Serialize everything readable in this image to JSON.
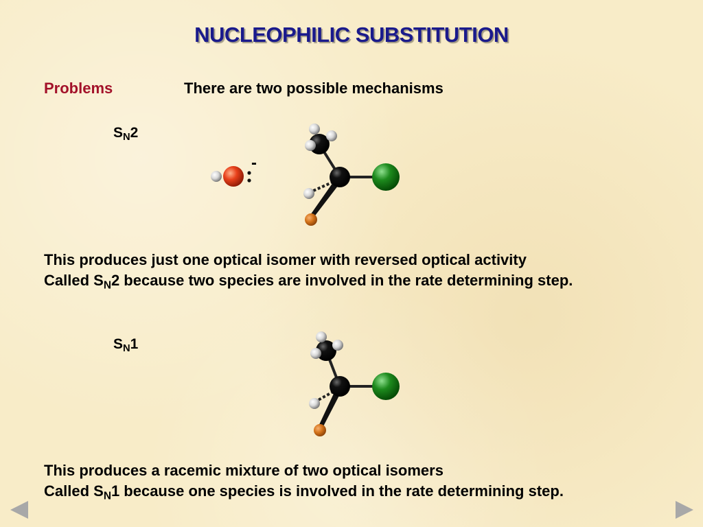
{
  "title": "NUCLEOPHILIC SUBSTITUTION",
  "problems_label": "Problems",
  "intro": "There are two possible mechanisms",
  "sn2": {
    "prefix": "S",
    "subscript": "N",
    "suffix": "2",
    "nucleophile_charge": "-",
    "line1": "This produces just one optical isomer with reversed optical activity",
    "line2_prefix": "Called S",
    "line2_subscript": "N",
    "line2_suffix": "2 because two species are involved in the rate determining step."
  },
  "sn1": {
    "prefix": "S",
    "subscript": "N",
    "suffix": "1",
    "line1": "This produces a racemic mixture of two optical isomers",
    "line2_prefix": "Called S",
    "line2_subscript": "N",
    "line2_suffix": "1 because one species is involved in the rate determining step."
  },
  "colors": {
    "title": "#1a1a8c",
    "problems": "#a3122a",
    "oxygen": "#e8401a",
    "chlorine": "#1d8a1d",
    "carbon": "#000000",
    "hydrogen": "#e0e0e0",
    "substituent": "#d4731a"
  },
  "icons": {
    "prev": "triangle-left-icon",
    "next": "triangle-right-icon"
  }
}
